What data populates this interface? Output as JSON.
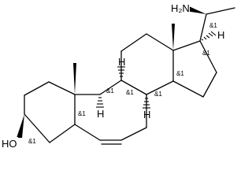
{
  "molecule": {
    "atoms": {
      "amine": "H₂N",
      "hydroxyl": "HO",
      "h17": "H",
      "h8": "H",
      "h9": "H",
      "h14": "H"
    },
    "stereo_labels": {
      "c20": "&1",
      "c17": "&1",
      "c13": "&1",
      "c10": "&1",
      "c9": "&1",
      "c8": "&1",
      "c14": "&1",
      "c3": "&1"
    }
  }
}
